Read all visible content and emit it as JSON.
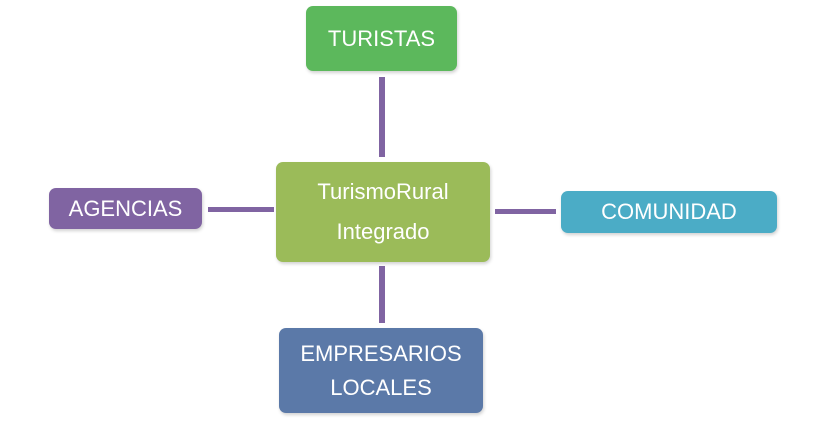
{
  "diagram": {
    "center": {
      "label": "TurismoRural\nIntegrado",
      "color": "#9bbb59"
    },
    "nodes": {
      "top": {
        "label": "TURISTAS",
        "color": "#5cb85c"
      },
      "left": {
        "label": "AGENCIAS",
        "color": "#8064a2"
      },
      "right": {
        "label": "COMUNIDAD",
        "color": "#4bacc6"
      },
      "bottom": {
        "label": "EMPRESARIOS\nLOCALES",
        "color": "#5b79a8"
      }
    },
    "connector_color": "#8064a2"
  }
}
